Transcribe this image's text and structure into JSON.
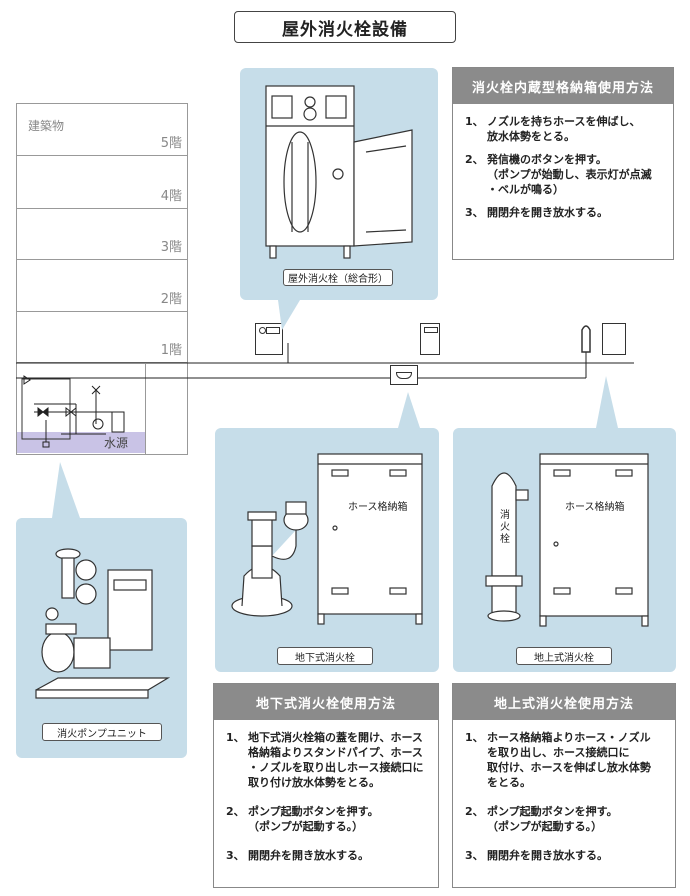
{
  "title": "屋外消火栓設備",
  "building": {
    "label": "建築物",
    "floors": [
      "5階",
      "4階",
      "3階",
      "2階",
      "1階"
    ],
    "water_source": "水源"
  },
  "labels": {
    "hydrant_cabinet": "屋外消火栓（総合形）",
    "underground": "地下式消火栓",
    "aboveground": "地上式消火栓",
    "pump_unit": "消火ポンプユニット",
    "hose_box": "ホース格納箱",
    "hydrant_text": "消火栓"
  },
  "info_cabinet": {
    "heading": "消火栓内蔵型格納箱使用方法",
    "steps": [
      {
        "num": "1、",
        "text": "ノズルを持ちホースを伸ばし、\n放水体勢をとる。"
      },
      {
        "num": "2、",
        "text": "発信機のボタンを押す。\n（ポンプが始動し、表示灯が点滅\n・ベルが鳴る）"
      },
      {
        "num": "3、",
        "text": "開閉弁を開き放水する。"
      }
    ]
  },
  "info_underground": {
    "heading": "地下式消火栓使用方法",
    "steps": [
      {
        "num": "1、",
        "text": "地下式消火栓箱の蓋を開け、ホース\n格納箱よりスタンドパイプ、ホース\n・ノズルを取り出しホース接続口に\n取り付け放水体勢をとる。"
      },
      {
        "num": "2、",
        "text": "ポンプ起動ボタンを押す。\n（ポンプが起動する。）"
      },
      {
        "num": "3、",
        "text": "開閉弁を開き放水する。"
      }
    ]
  },
  "info_aboveground": {
    "heading": "地上式消火栓使用方法",
    "steps": [
      {
        "num": "1、",
        "text": "ホース格納箱よりホース・ノズル\nを取り出し、ホース接続口に\n取付け、ホースを伸ばし放水体勢\nをとる。"
      },
      {
        "num": "2、",
        "text": "ポンプ起動ボタンを押す。\n（ポンプが起動する。）"
      },
      {
        "num": "3、",
        "text": "開閉弁を開き放水する。"
      }
    ]
  },
  "colors": {
    "panel": "#c6dde9",
    "header": "#8b8b8b",
    "water": "#c9c3e6"
  }
}
